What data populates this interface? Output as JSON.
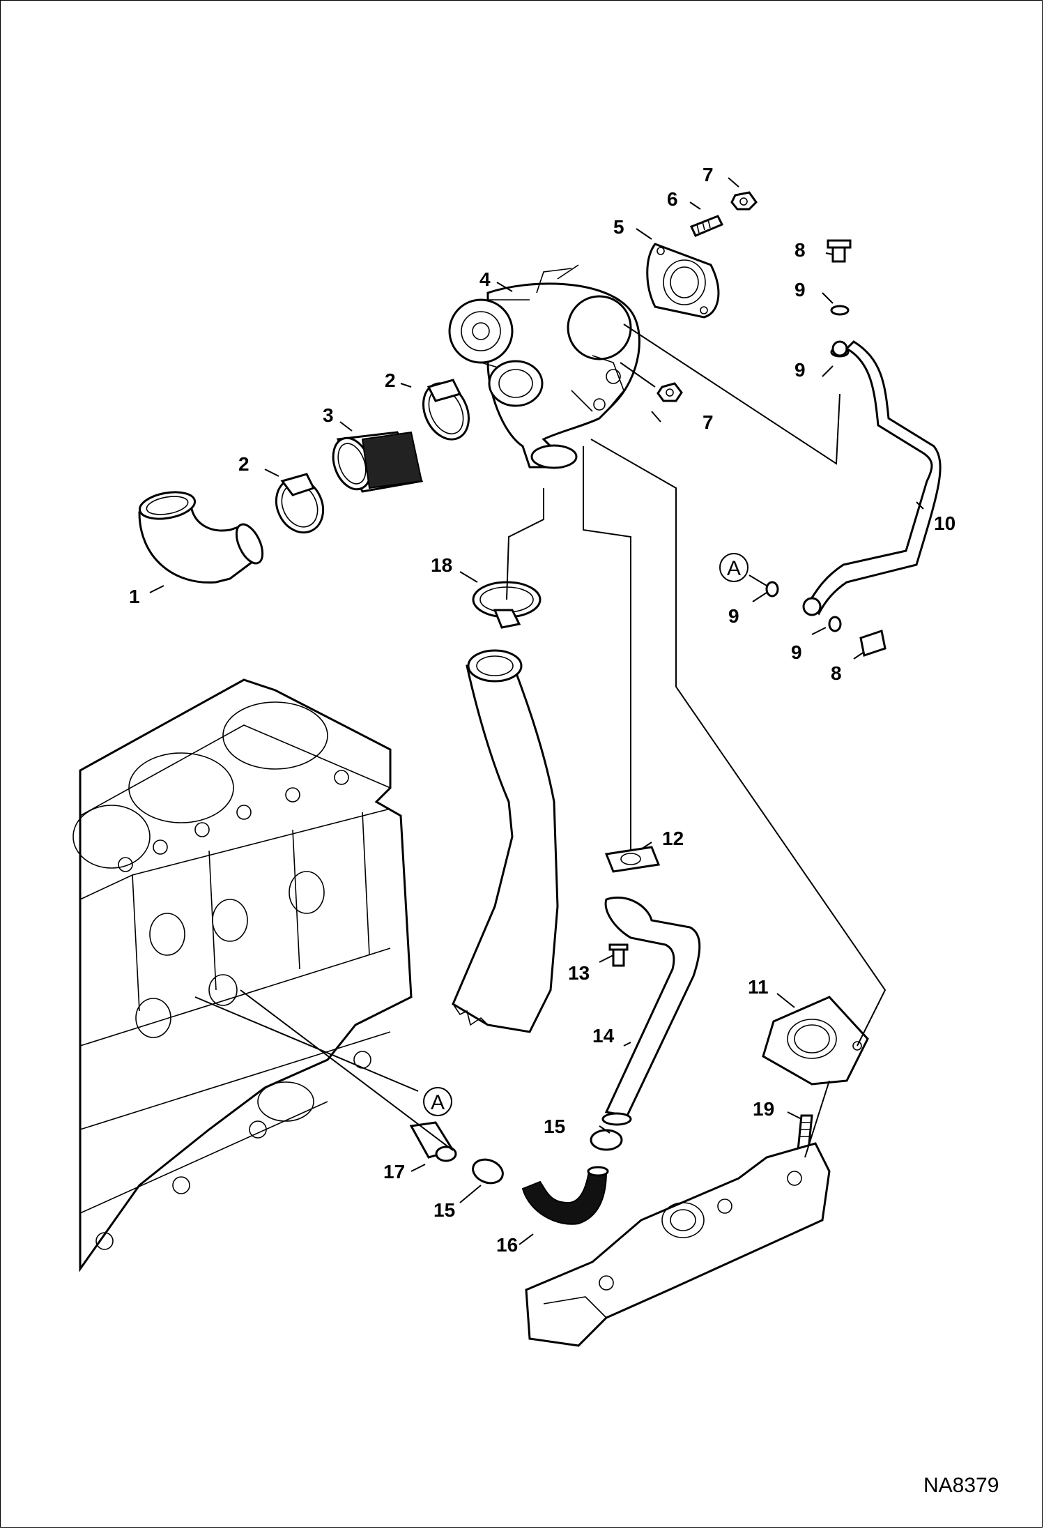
{
  "diagram": {
    "drawing_code": "NA8379",
    "callouts": [
      {
        "id": "c1",
        "label": "1"
      },
      {
        "id": "c2a",
        "label": "2"
      },
      {
        "id": "c2b",
        "label": "2"
      },
      {
        "id": "c3",
        "label": "3"
      },
      {
        "id": "c4",
        "label": "4"
      },
      {
        "id": "c5",
        "label": "5"
      },
      {
        "id": "c6",
        "label": "6"
      },
      {
        "id": "c7a",
        "label": "7"
      },
      {
        "id": "c7b",
        "label": "7"
      },
      {
        "id": "c8a",
        "label": "8"
      },
      {
        "id": "c8b",
        "label": "8"
      },
      {
        "id": "c9a",
        "label": "9"
      },
      {
        "id": "c9b",
        "label": "9"
      },
      {
        "id": "c9c",
        "label": "9"
      },
      {
        "id": "c9d",
        "label": "9"
      },
      {
        "id": "c10",
        "label": "10"
      },
      {
        "id": "c11",
        "label": "11"
      },
      {
        "id": "c12",
        "label": "12"
      },
      {
        "id": "c13",
        "label": "13"
      },
      {
        "id": "c14",
        "label": "14"
      },
      {
        "id": "c15a",
        "label": "15"
      },
      {
        "id": "c15b",
        "label": "15"
      },
      {
        "id": "c16",
        "label": "16"
      },
      {
        "id": "c17",
        "label": "17"
      },
      {
        "id": "c18",
        "label": "18"
      },
      {
        "id": "c19",
        "label": "19"
      }
    ],
    "reference_markers": [
      {
        "id": "refA1",
        "label": "A"
      },
      {
        "id": "refA2",
        "label": "A"
      }
    ]
  }
}
